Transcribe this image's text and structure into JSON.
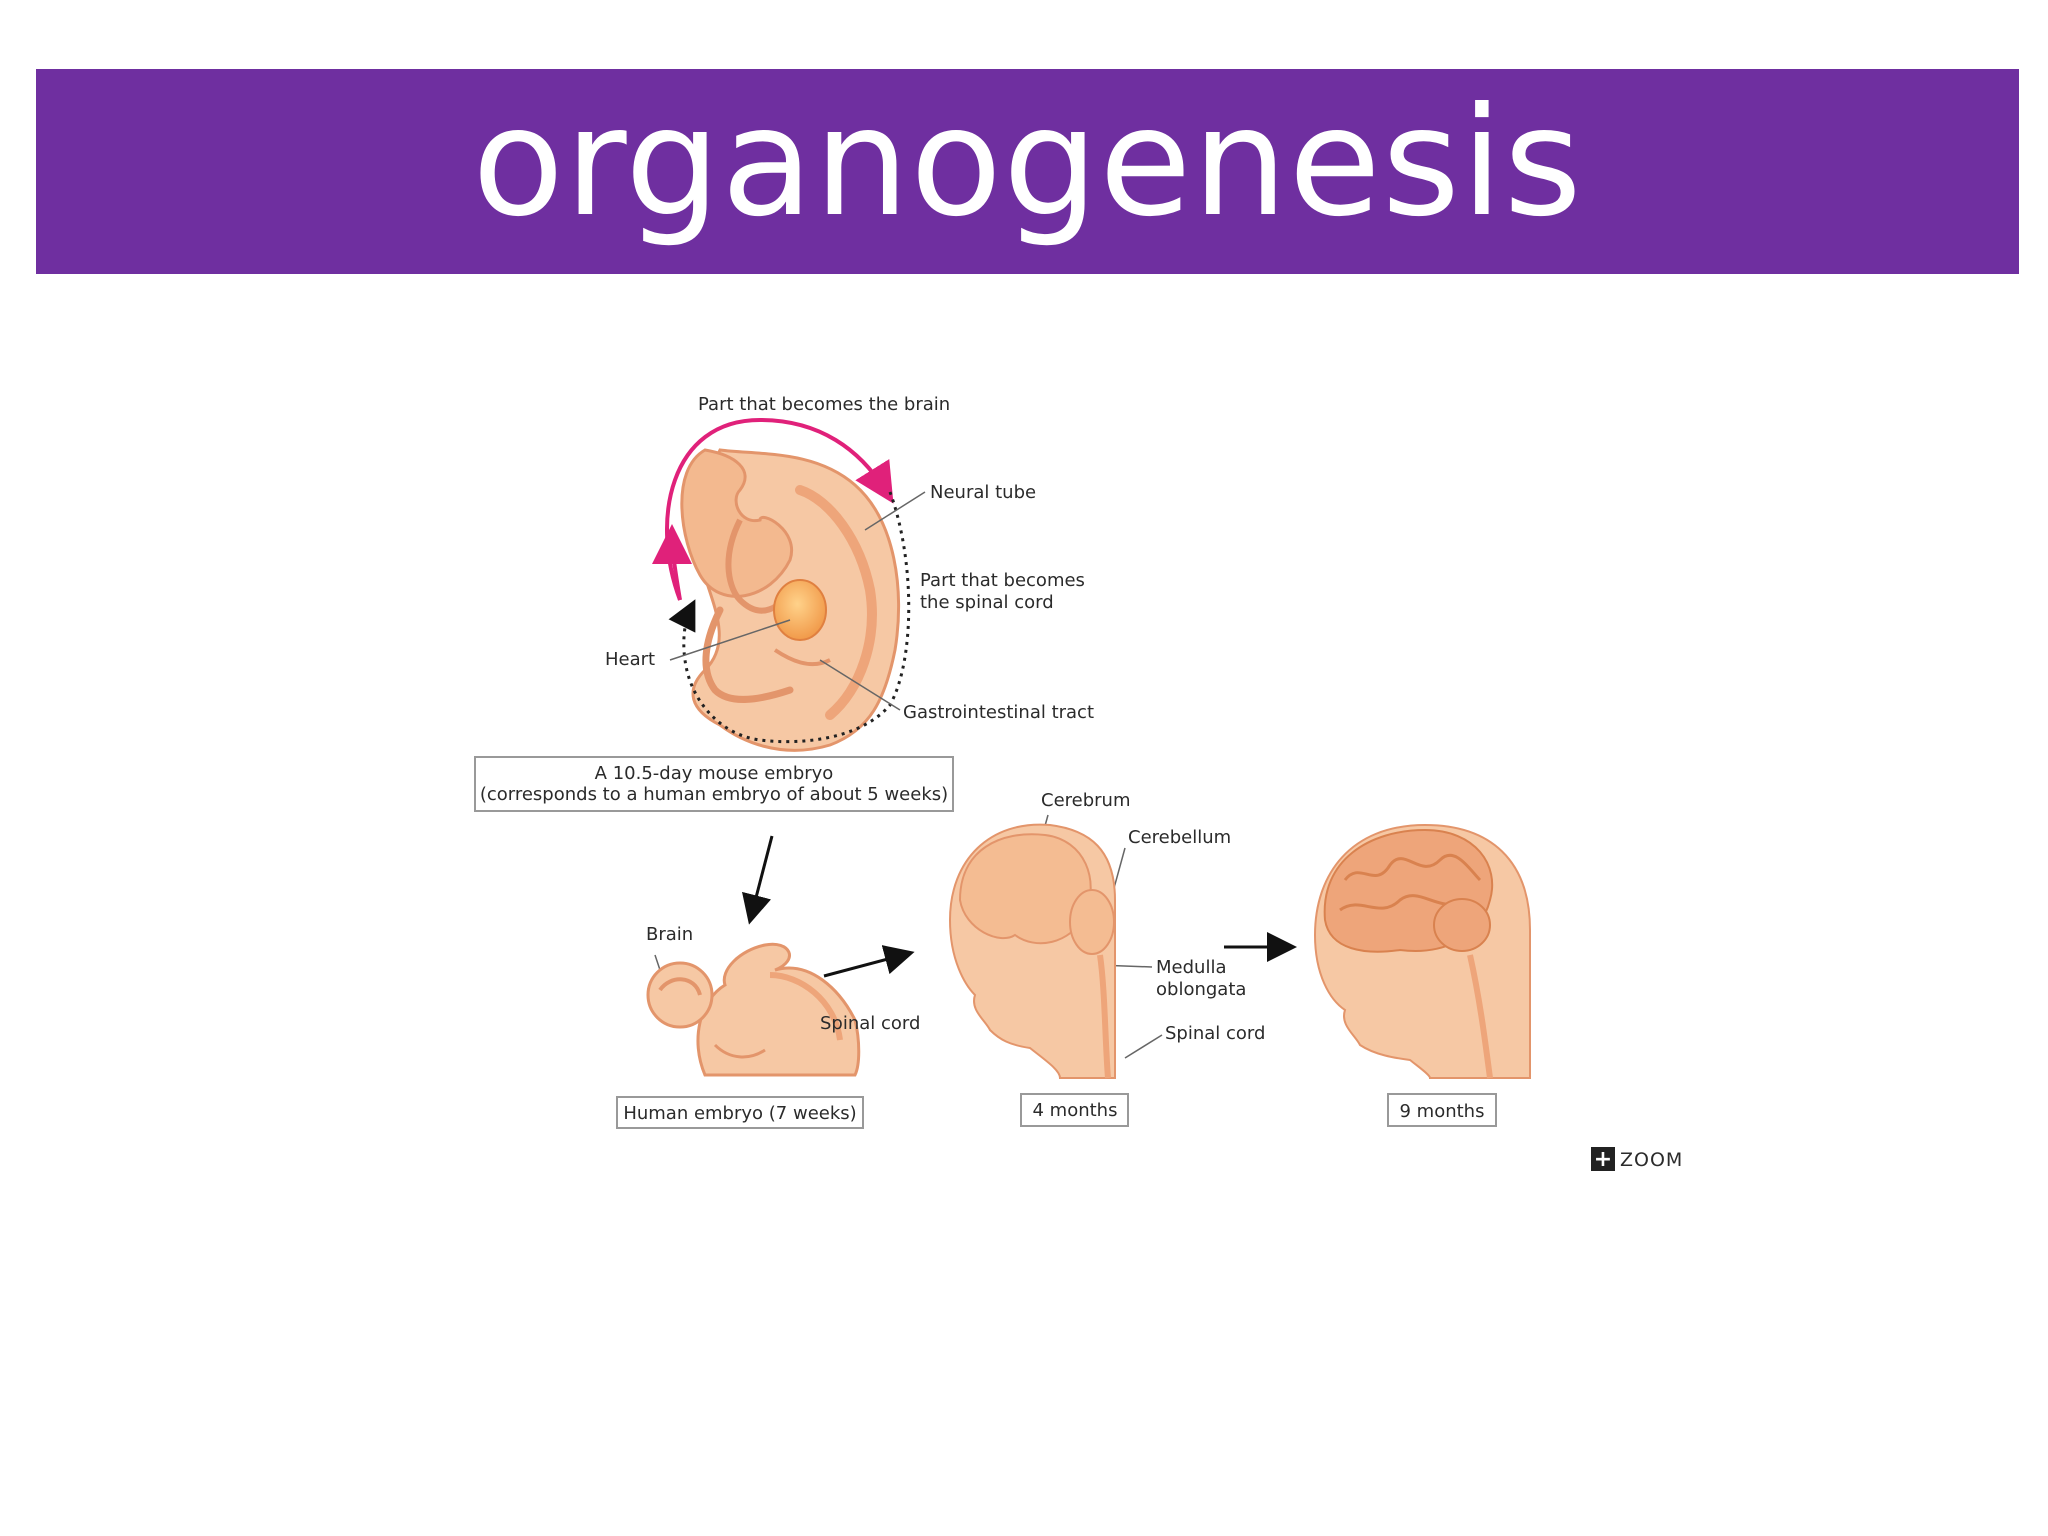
{
  "slide": {
    "title": "organogenesis"
  },
  "figure": {
    "labels": {
      "brain_part": "Part that becomes the brain",
      "neural_tube": "Neural tube",
      "spinal_part_1": "Part that becomes",
      "spinal_part_2": "the spinal cord",
      "heart": "Heart",
      "gi_tract": "Gastrointestinal tract",
      "brain": "Brain",
      "spinal_cord_embryo": "Spinal cord",
      "cerebrum": "Cerebrum",
      "cerebellum": "Cerebellum",
      "medulla_1": "Medulla",
      "medulla_2": "oblongata",
      "spinal_cord_4m": "Spinal cord"
    },
    "captions": {
      "mouse_line1": "A 10.5-day mouse embryo",
      "mouse_line2": "(corresponds to a human embryo of about 5 weeks)",
      "human_7w": "Human embryo (7 weeks)",
      "four_months": "4 months",
      "nine_months": "9 months"
    },
    "zoom": {
      "icon": "+",
      "label": "ZOOM"
    },
    "colors": {
      "tissue": "#f6c8a4",
      "tissue_outline": "#e3956b",
      "brain_fold": "#eea57a",
      "arrow_brain": "#e0217a"
    }
  }
}
